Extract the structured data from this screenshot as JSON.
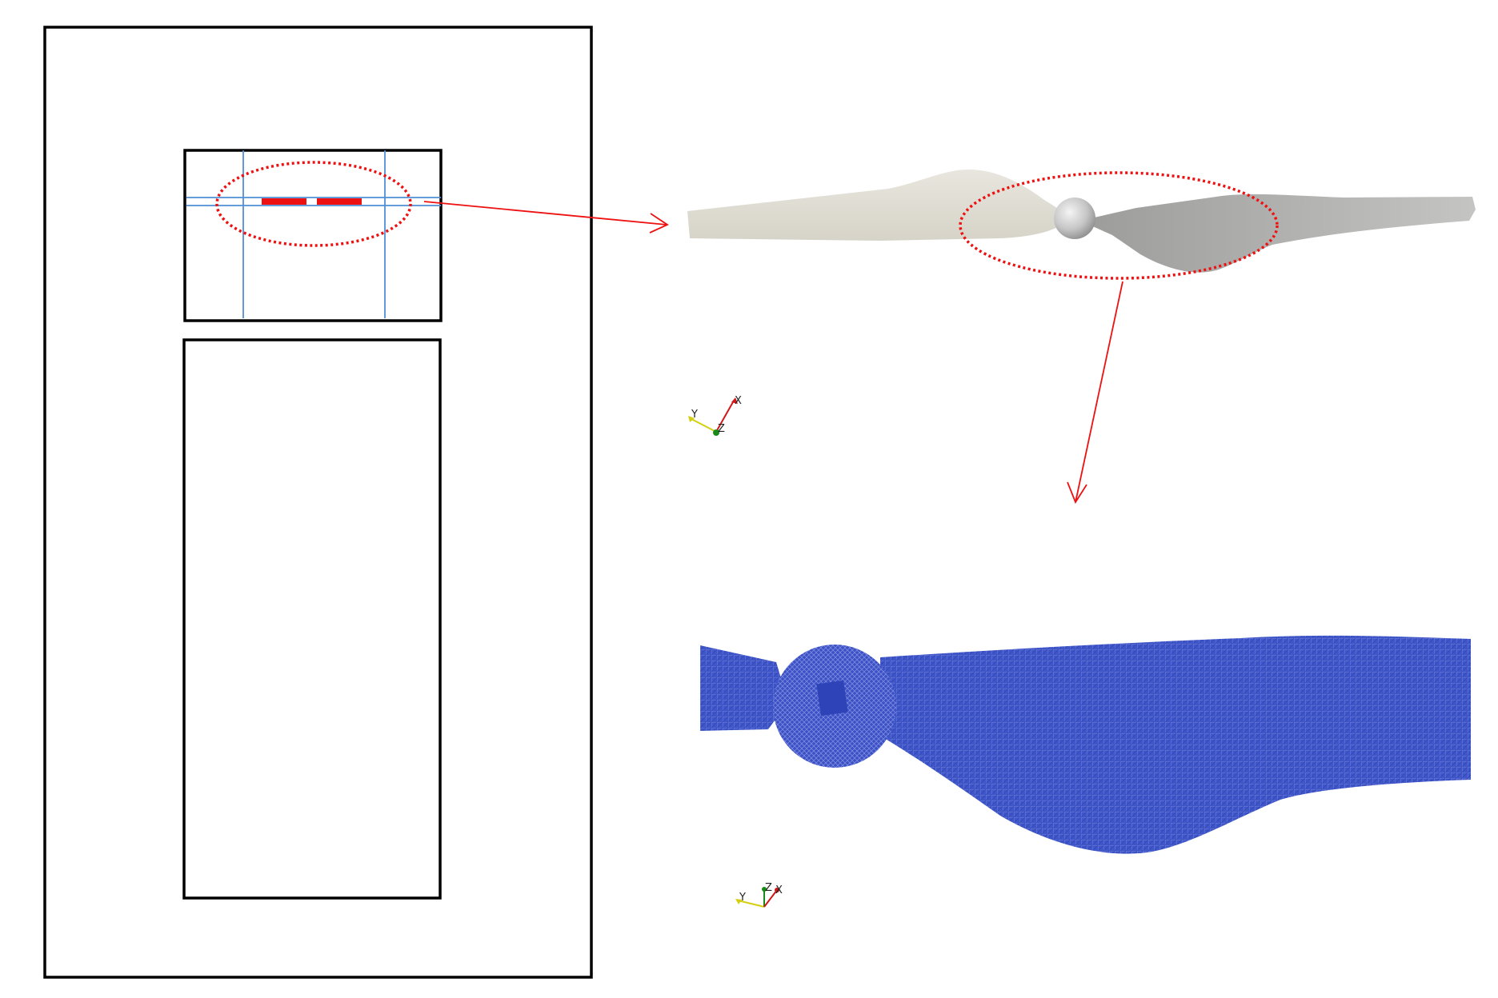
{
  "colors": {
    "frame": "#000000",
    "heater_bar": "#ee1111",
    "grid_line": "#4f8fd6",
    "callout": "#ee1111",
    "blade_light": "#dedbd1",
    "blade_shadow": "#a9a9a7",
    "hub": "#c9c9c9",
    "mesh": "#3a4fc4",
    "axis_x": "#d01818",
    "axis_y": "#d4cf10",
    "axis_z": "#178a17"
  },
  "axes_top": {
    "x_label": "X",
    "y_label": "Y",
    "z_label": "Z"
  },
  "axes_bottom": {
    "x_label": "X",
    "y_label": "Y",
    "z_label": "Z"
  }
}
